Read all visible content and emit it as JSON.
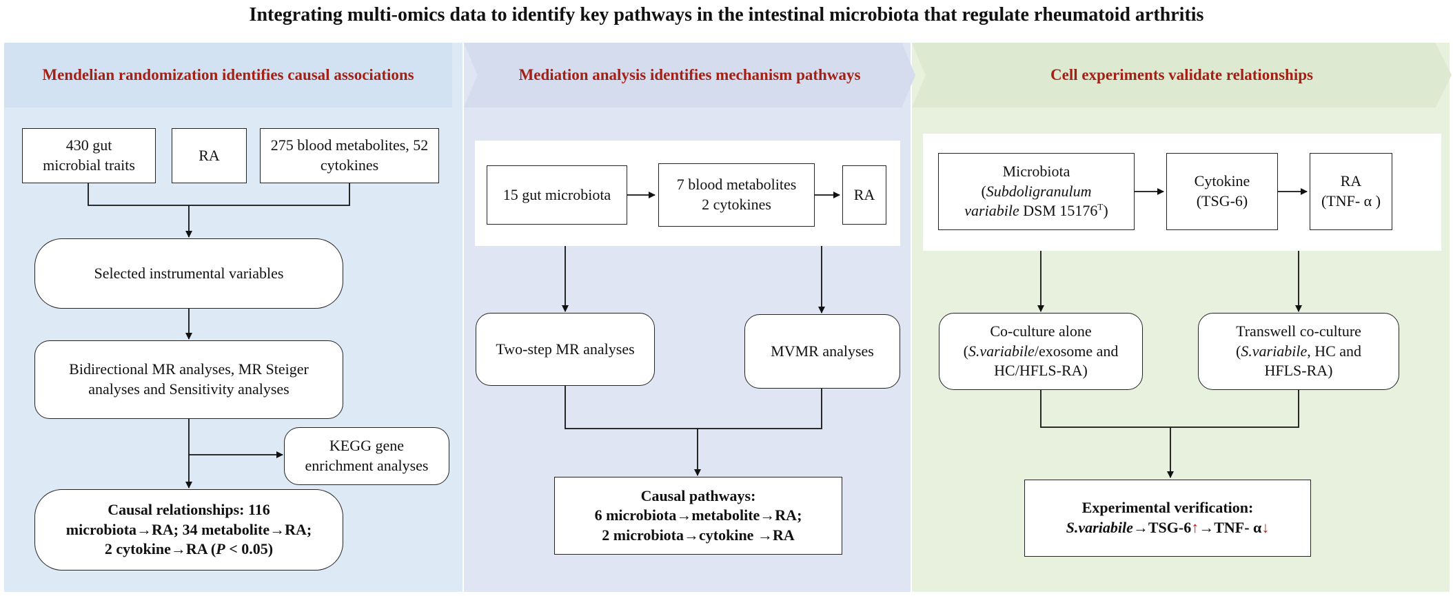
{
  "title": "Integrating multi-omics data to identify key pathways in the intestinal microbiota that regulate rheumatoid arthritis",
  "panel1": {
    "header": "Mendelian randomization identifies causal associations",
    "gut_traits": "430 gut microbial traits",
    "ra": "RA",
    "metabolites": "275 blood metabolites, 52 cytokines",
    "instrumental": "Selected instrumental variables",
    "bidirectional": "Bidirectional MR analyses, MR Steiger analyses and Sensitivity analyses",
    "kegg": "KEGG gene enrichment analyses",
    "causal_line1": "Causal relationships: 116",
    "causal_line2": "microbiota→RA; 34 metabolite→RA;",
    "causal_line3_a": "2 cytokine→RA (",
    "causal_line3_p": "P",
    "causal_line3_b": " < 0.05)"
  },
  "panel2": {
    "header": "Mediation analysis identifies mechanism pathways",
    "gut_microbiota": "15 gut microbiota",
    "metabolites_line1": "7 blood metabolites",
    "metabolites_line2": "2 cytokines",
    "ra": "RA",
    "two_step": "Two-step MR analyses",
    "mvmr": "MVMR analyses",
    "causal_line1": "Causal pathways:",
    "causal_line2": "6 microbiota→metabolite→RA;",
    "causal_line3": "2 microbiota→cytokine →RA"
  },
  "panel3": {
    "header": "Cell experiments validate relationships",
    "microbiota_label": "Microbiota",
    "species_open": "(",
    "species_italic1": "Subdoligranulum",
    "species_italic2": "variabile",
    "species_strain": " DSM 15176",
    "species_sup": "T",
    "species_close": ")",
    "cytokine_label": "Cytokine",
    "cytokine_value": "(TSG-6)",
    "ra_label": "RA",
    "ra_value": "(TNF- α )",
    "coculture_title": "Co-culture alone",
    "coculture_open": "(",
    "coculture_italic": "S.variabile",
    "coculture_rest1": "/exosome and",
    "coculture_rest2": "HC/HFLS-RA)",
    "transwell_title": "Transwell co-culture",
    "transwell_open": "(",
    "transwell_italic": "S.variabile",
    "transwell_rest1": ", HC and",
    "transwell_rest2": "HFLS-RA)",
    "verification_title": "Experimental verification:",
    "verification_species": "S.variabile",
    "verification_arrow1": "→",
    "verification_tsg": "TSG-6",
    "verification_up": "↑",
    "verification_arrow2": "→",
    "verification_tnf": "TNF- α",
    "verification_down": "↓"
  }
}
